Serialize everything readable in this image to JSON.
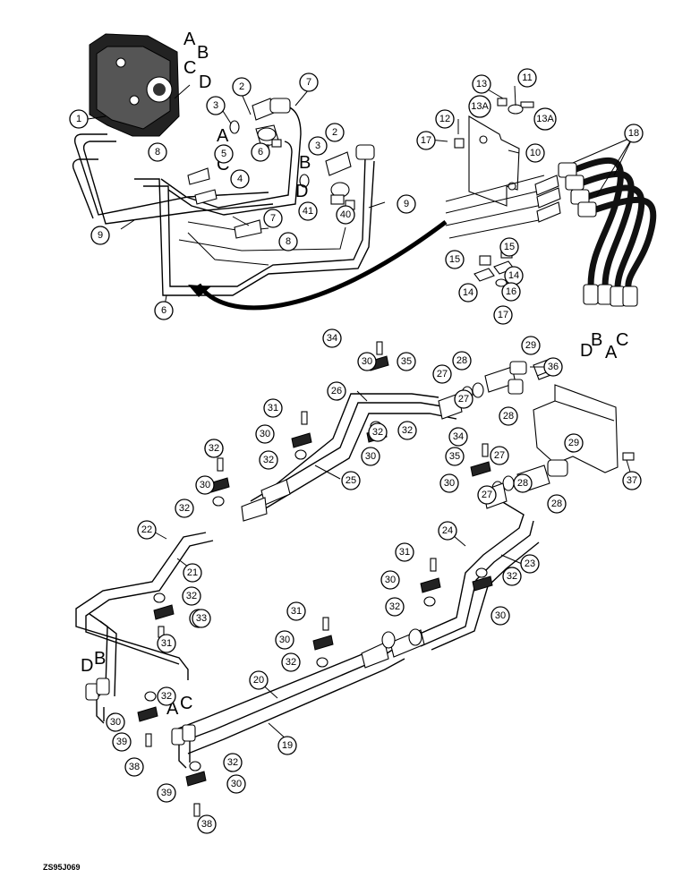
{
  "diagram": {
    "drawing_code": "ZS95J069",
    "port_letters_valve": [
      "A",
      "B",
      "C",
      "D"
    ],
    "port_letters_hoses": [
      "D",
      "B",
      "A",
      "C"
    ],
    "fitting_letters": {
      "a": "A",
      "b": "B",
      "c": "C",
      "d": "D"
    },
    "end_letters": {
      "d": "D",
      "b": "B",
      "a": "A",
      "c": "C"
    },
    "callouts": [
      "1",
      "2",
      "2",
      "3",
      "3",
      "4",
      "5",
      "6",
      "6",
      "7",
      "7",
      "8",
      "8",
      "9",
      "9",
      "40",
      "41",
      "10",
      "11",
      "12",
      "13",
      "13A",
      "13A",
      "14",
      "14",
      "15",
      "15",
      "16",
      "17",
      "17",
      "18",
      "19",
      "20",
      "21",
      "22",
      "23",
      "24",
      "25",
      "26",
      "27",
      "27",
      "27",
      "27",
      "28",
      "28",
      "28",
      "28",
      "29",
      "29",
      "30",
      "30",
      "30",
      "30",
      "30",
      "30",
      "30",
      "30",
      "30",
      "30",
      "30",
      "31",
      "31",
      "31",
      "31",
      "31",
      "32",
      "32",
      "32",
      "32",
      "32",
      "32",
      "32",
      "32",
      "32",
      "32",
      "32",
      "33",
      "34",
      "34",
      "35",
      "35",
      "36",
      "37",
      "38",
      "38",
      "39",
      "39"
    ]
  }
}
